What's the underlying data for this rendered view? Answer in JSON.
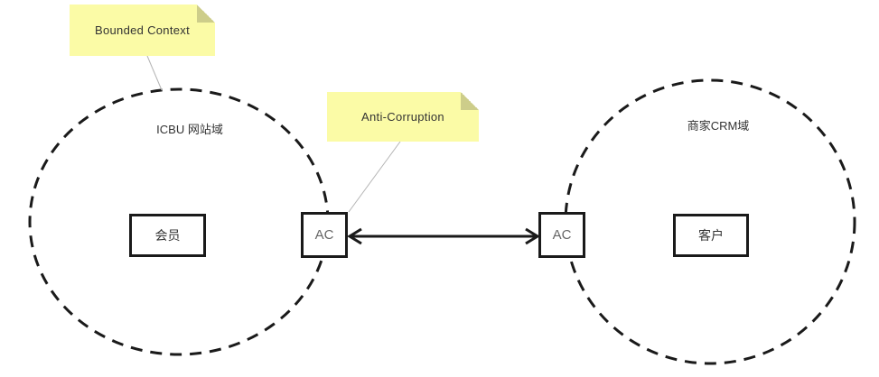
{
  "diagram": {
    "type": "bounded-context-diagram",
    "background": "#ffffff"
  },
  "colors": {
    "shape_stroke": "#1a1a1a",
    "note_fill": "#fbfba6",
    "note_fold": "#cdcd8a",
    "note_text": "#333333",
    "connector_line": "#b3b3b3",
    "label_text": "#333333",
    "ac_text": "#666666"
  },
  "notes": [
    {
      "label": "Bounded Context"
    },
    {
      "label": "Anti-Corruption"
    }
  ],
  "contexts": [
    {
      "name": "ICBU 网站域",
      "entity": "会员",
      "ac": "AC"
    },
    {
      "name": "商家CRM域",
      "entity": "客户",
      "ac": "AC"
    }
  ],
  "relation": {
    "type": "bidirectional-arrow",
    "from": "AC (ICBU 网站域)",
    "to": "AC (商家CRM域)"
  }
}
